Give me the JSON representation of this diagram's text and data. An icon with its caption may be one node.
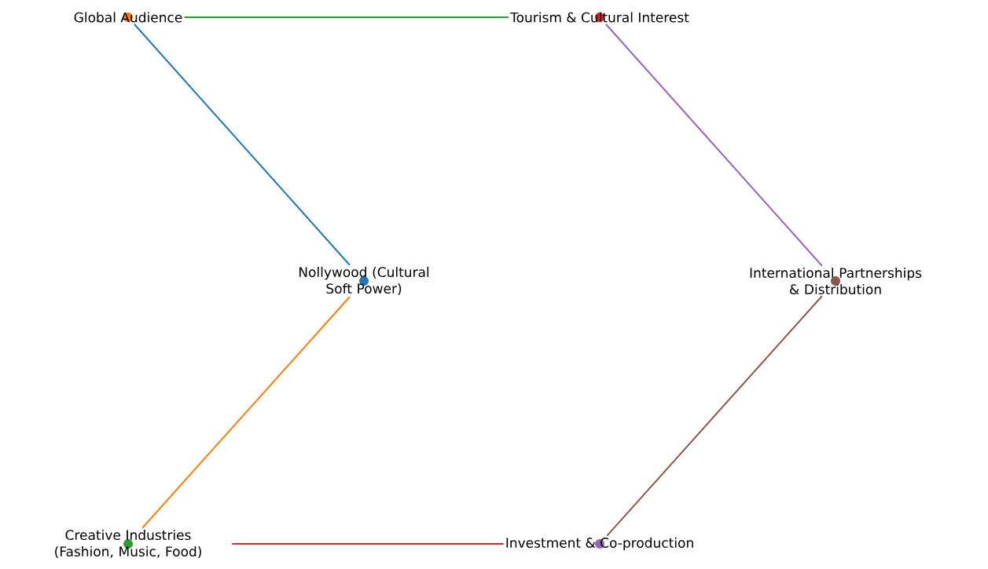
{
  "diagram": {
    "nodes": [
      {
        "text": [
          "Nollywood (Cultural Soft Power)"
        ]
      },
      {
        "text": [
          "Global Audience"
        ]
      },
      {
        "text": [
          "Creative Industries (Fashion, Music, Food)"
        ]
      },
      {
        "text": [
          "Tourism & Cultural Interest"
        ]
      },
      {
        "text": [
          "Investment & Co-production"
        ]
      },
      {
        "text": [
          "International Partnerships & Distribution"
        ]
      }
    ],
    "edges": [
      {
        "from": 0,
        "to": 1,
        "arrow": "none",
        "color": "#1f77b4"
      },
      {
        "from": 0,
        "to": 2,
        "arrow": "none",
        "color": "#ff7f0e"
      },
      {
        "from": 1,
        "to": 3,
        "arrow": "none",
        "color": "#2ca02c"
      },
      {
        "from": 2,
        "to": 4,
        "arrow": "none",
        "color": "#d62728"
      },
      {
        "from": 3,
        "to": 5,
        "arrow": "none",
        "color": "#9467bd"
      },
      {
        "from": 5,
        "to": 4,
        "arrow": "none",
        "color": "#8c564b"
      }
    ]
  }
}
